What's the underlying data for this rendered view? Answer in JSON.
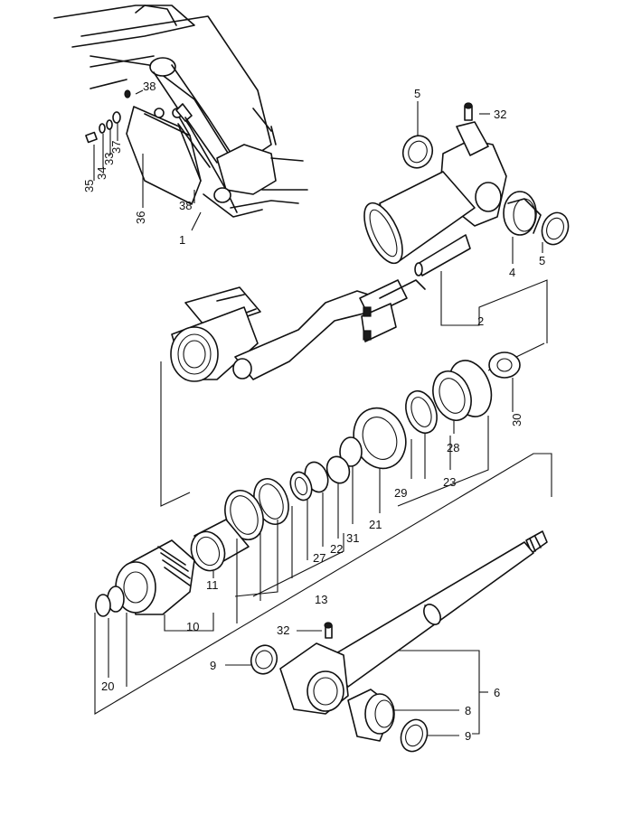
{
  "callouts": {
    "c1": "1",
    "c2": "2",
    "c4": "4",
    "c5a": "5",
    "c5b": "5",
    "c6": "6",
    "c8": "8",
    "c9a": "9",
    "c9b": "9",
    "c10": "10",
    "c11": "11",
    "c13": "13",
    "c20": "20",
    "c21": "21",
    "c22": "22",
    "c23": "23",
    "c27": "27",
    "c28": "28",
    "c29": "29",
    "c30": "30",
    "c31": "31",
    "c32a": "32",
    "c32b": "32",
    "c33": "33",
    "c34": "34",
    "c35": "35",
    "c36": "36",
    "c37": "37",
    "c38a": "38",
    "c38b": "38"
  }
}
